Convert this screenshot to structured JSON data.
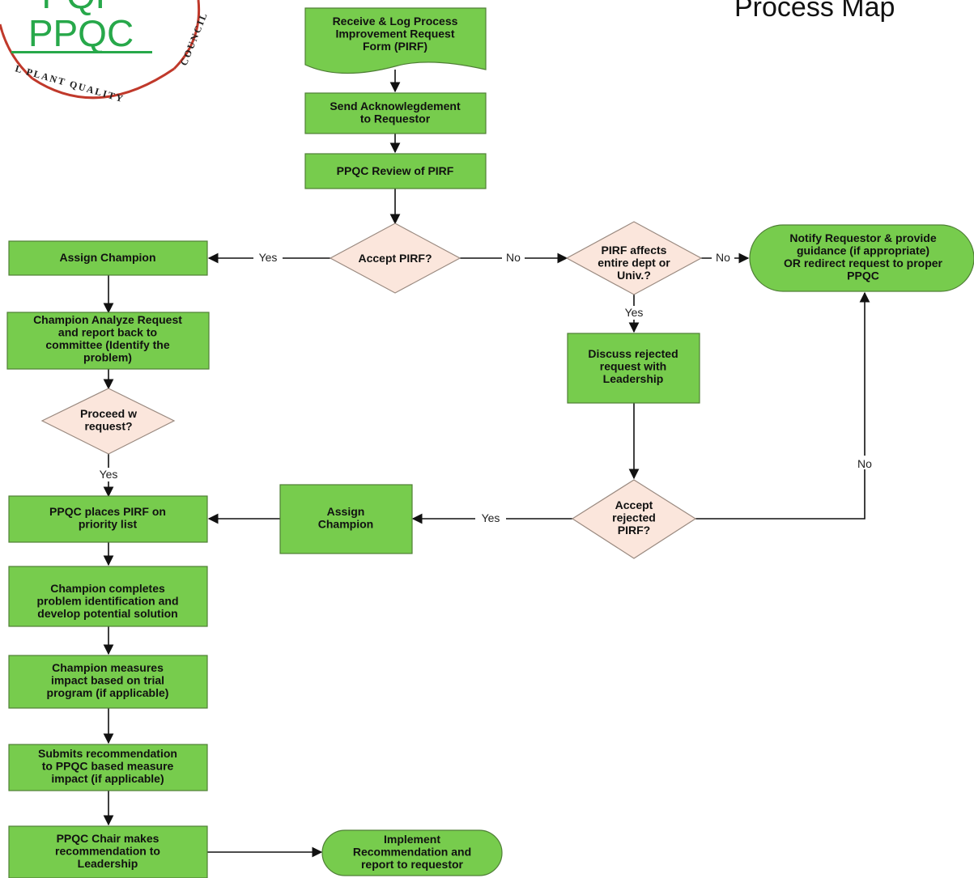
{
  "title": "Process Map",
  "logo": {
    "acronym": "PPQC",
    "acronym_top": "PQP",
    "arc_bottom": "L PLANT QUALITY",
    "arc_right": "COUNCIL"
  },
  "colors": {
    "process_fill": "#77cc4d",
    "process_stroke": "#4f7f36",
    "decision_fill": "#fbe6dc",
    "decision_stroke": "#9a8a80",
    "logo_green": "#27a84a",
    "logo_red": "#c0392b",
    "arrow": "#111111"
  },
  "nodes": {
    "receive_log": [
      "Receive & Log Process",
      "Improvement Request",
      "Form (PIRF)"
    ],
    "send_ack": [
      "Send Acknowlegdement",
      "to Requestor"
    ],
    "ppqc_review": [
      "PPQC Review of PIRF"
    ],
    "accept_pirf": [
      "Accept PIRF?"
    ],
    "assign_champion_1": [
      "Assign Champion"
    ],
    "pirf_affects": [
      "PIRF affects",
      "entire dept or",
      "Univ.?"
    ],
    "notify_requestor": [
      "Notify Requestor & provide",
      "guidance (if appropriate)",
      "OR redirect request to proper",
      "PPQC"
    ],
    "champion_analyze": [
      "Champion Analyze Request",
      "and report back to",
      "committee (Identify the",
      "problem)"
    ],
    "discuss_rejected": [
      "Discuss rejected",
      "request with",
      "Leadership"
    ],
    "proceed": [
      "Proceed w",
      "request?"
    ],
    "accept_rejected": [
      "Accept",
      "rejected",
      "PIRF?"
    ],
    "assign_champion_2": [
      "Assign",
      "Champion"
    ],
    "places_priority": [
      "PPQC places PIRF  on",
      "priority list"
    ],
    "completes_identification": [
      "Champion completes",
      "problem identification and",
      "develop potential solution"
    ],
    "measures_impact": [
      "Champion measures",
      "impact based on trial",
      "program (if applicable)"
    ],
    "submits_recommendation": [
      "Submits recommendation",
      "to PPQC based measure",
      "impact (if applicable)"
    ],
    "chair_recommendation": [
      "PPQC Chair makes",
      "recommendation to",
      "Leadership"
    ],
    "implement": [
      "Implement",
      "Recommendation and",
      "report to requestor"
    ]
  },
  "edge_labels": {
    "accept_yes": "Yes",
    "accept_no": "No",
    "affects_no": "No",
    "affects_yes": "Yes",
    "proceed_yes": "Yes",
    "rejected_yes": "Yes",
    "rejected_no": "No"
  }
}
